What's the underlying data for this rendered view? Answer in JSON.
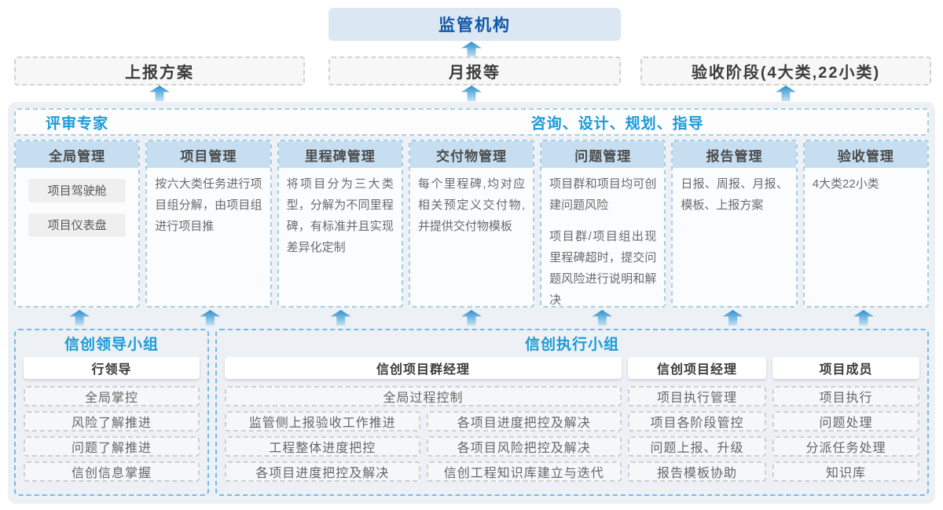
{
  "colors": {
    "accent_blue": "#1b9ad8",
    "regulator_text": "#1158a8",
    "regulator_bg": "#dbe7f3",
    "column_header_bg": "#c6def0",
    "container_bg": "#edf1f5",
    "arrow_blue": "#2f8fcc",
    "group_border_blue": "#74bce8"
  },
  "top": {
    "regulator_label": "监管机构",
    "channels": [
      "上报方案",
      "月报等",
      "验收阶段(4大类,22小类)"
    ]
  },
  "review_band": {
    "left_label": "评审专家",
    "right_label": "咨询、设计、规划、指导"
  },
  "columns": [
    {
      "header": "全局管理",
      "tags": [
        "项目驾驶舱",
        "项目仪表盘"
      ]
    },
    {
      "header": "项目管理",
      "text": "按六大类任务进行项目组分解，由项目组进行项目推"
    },
    {
      "header": "里程碑管理",
      "text": "将项目分为三大类型，分解为不同里程碑，有标准并且实现差异化定制"
    },
    {
      "header": "交付物管理",
      "text": "每个里程碑,均对应相关预定义交付物,并提供交付物模板"
    },
    {
      "header": "问题管理",
      "text": "项目群和项目均可创建问题风险",
      "text2": "项目群/项目组出现里程碑超时，提交问题风险进行说明和解决"
    },
    {
      "header": "报告管理",
      "text": "日报、周报、月报、模板、上报方案"
    },
    {
      "header": "验收管理",
      "text": "4大类22小类"
    }
  ],
  "leader_group": {
    "title": "信创领导小组",
    "role": "行领导",
    "items": [
      "全局掌控",
      "风险了解推进",
      "问题了解推进",
      "信创信息掌握"
    ]
  },
  "exec_group": {
    "title": "信创执行小组",
    "program_manager": {
      "role": "信创项目群经理",
      "full_width_item": "全局过程控制",
      "left_items": [
        "监管侧上报验收工作推进",
        "工程整体进度把控",
        "各项目进度把控及解决"
      ],
      "right_items": [
        "各项目进度把控及解决",
        "各项目风险把控及解决",
        "信创工程知识库建立与迭代"
      ]
    },
    "project_manager": {
      "role": "信创项目经理",
      "items": [
        "项目执行管理",
        "项目各阶段管控",
        "问题上报、升级",
        "报告模板协助"
      ]
    },
    "member": {
      "role": "项目成员",
      "items": [
        "项目执行",
        "问题处理",
        "分派任务处理",
        "知识库"
      ]
    }
  }
}
